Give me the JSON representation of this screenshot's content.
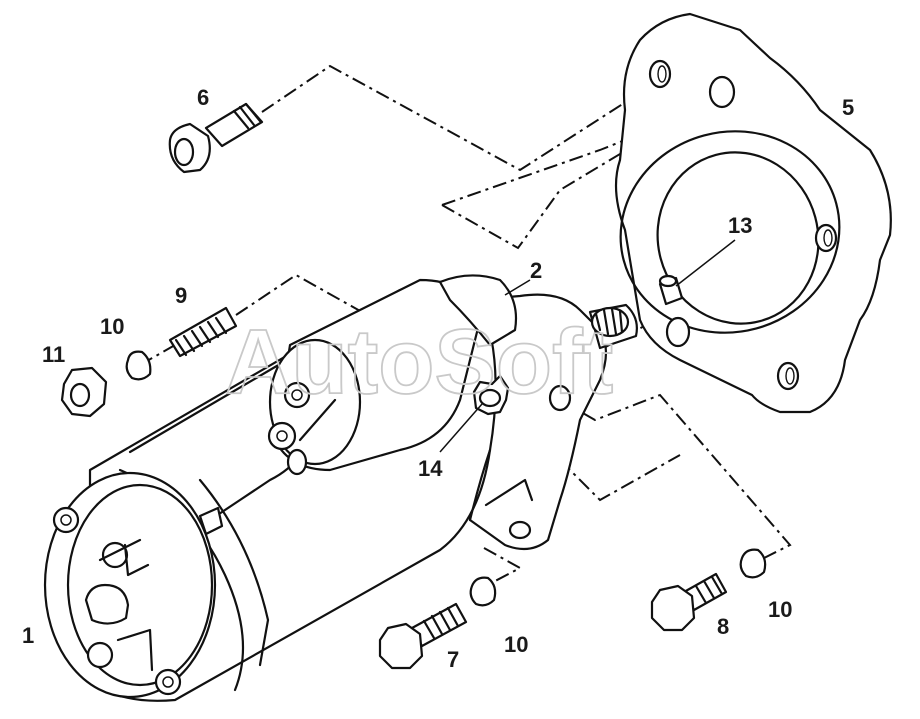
{
  "watermark": "AutoSoft",
  "callouts": {
    "c1": "1",
    "c2": "2",
    "c5": "5",
    "c6": "6",
    "c7": "7",
    "c8": "8",
    "c9": "9",
    "c10a": "10",
    "c10b": "10",
    "c10c": "10",
    "c11": "11",
    "c13": "13",
    "c14": "14"
  },
  "colors": {
    "line": "#111111",
    "background": "#ffffff",
    "watermark": "#c9c9c9"
  }
}
